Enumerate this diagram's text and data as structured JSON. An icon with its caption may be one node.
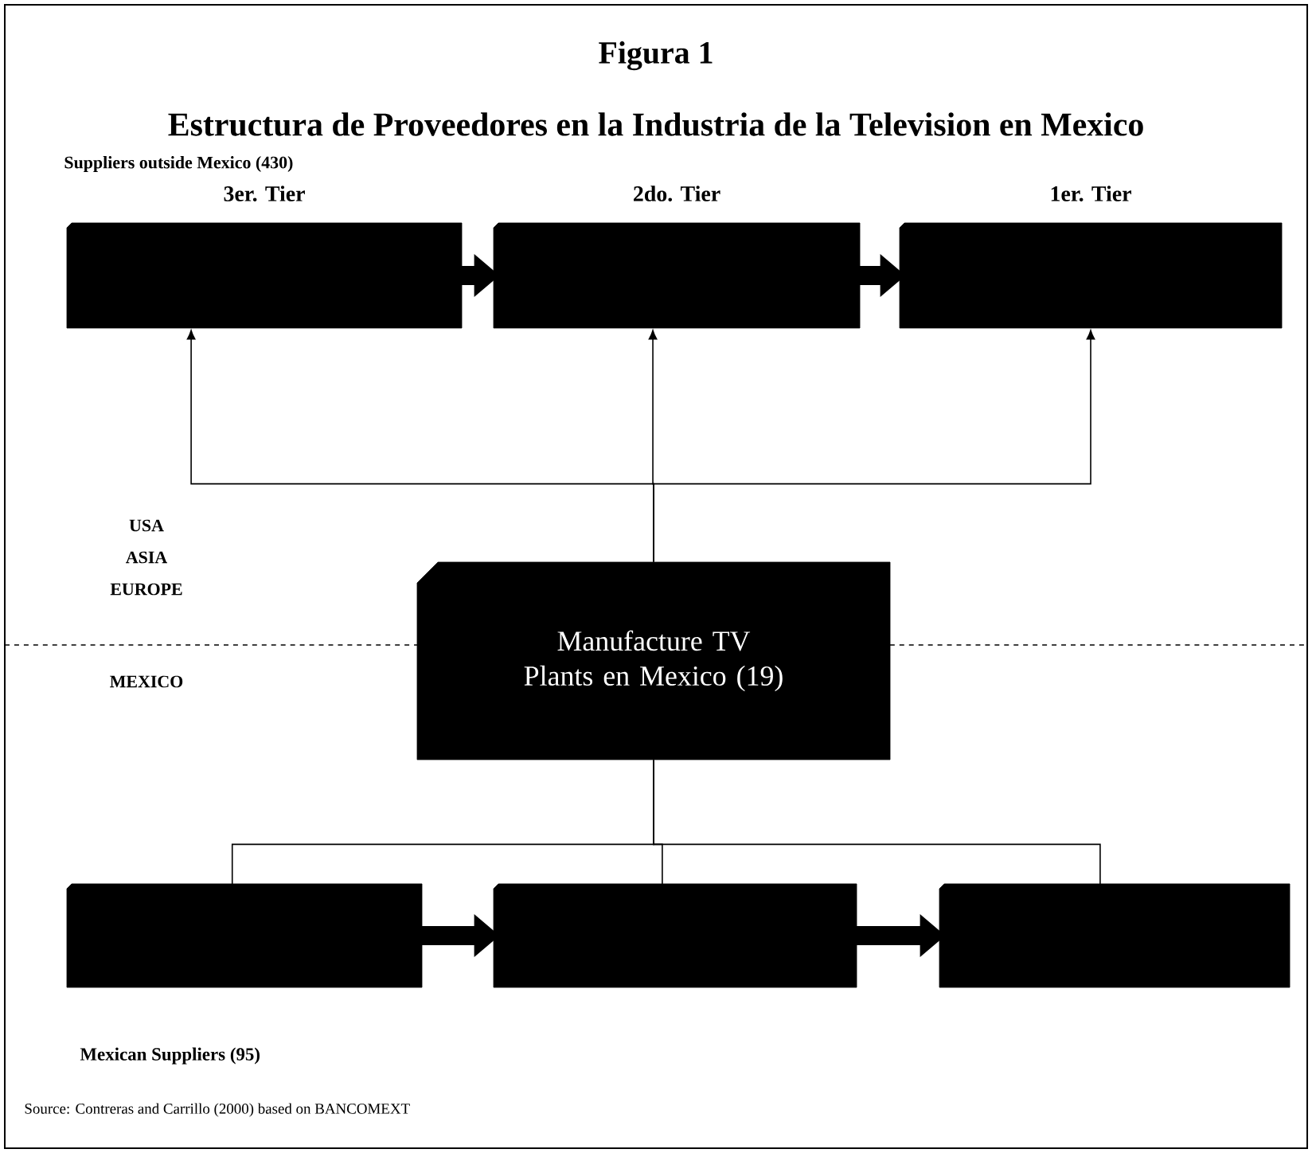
{
  "diagram": {
    "title": "Figura 1",
    "nodes": [
      {
        "text": [
          "3er. Tier"
        ]
      },
      {
        "text": [
          "2do. Tier"
        ]
      },
      {
        "text": [
          "1er. Tier"
        ]
      },
      {
        "text": [
          "Manufacture TV Plants en Mexico (19)"
        ]
      },
      {
        "text": [],
        "shape": "box"
      },
      {
        "text": [],
        "shape": "box"
      },
      {
        "text": [],
        "shape": "box"
      }
    ],
    "edges": [
      {
        "from": 0,
        "to": 1,
        "arrow": "to",
        "style": "thick"
      },
      {
        "from": 1,
        "to": 2,
        "arrow": "to",
        "style": "thick"
      },
      {
        "from": 3,
        "to": 0,
        "arrow": "to"
      },
      {
        "from": 3,
        "to": 1,
        "arrow": "to"
      },
      {
        "from": 3,
        "to": 2,
        "arrow": "to"
      },
      {
        "from": 3,
        "to": 4,
        "arrow": "none"
      },
      {
        "from": 3,
        "to": 5,
        "arrow": "none"
      },
      {
        "from": 3,
        "to": 6,
        "arrow": "none"
      },
      {
        "from": 4,
        "to": 5,
        "arrow": "to",
        "style": "thick"
      },
      {
        "from": 5,
        "to": 6,
        "arrow": "to",
        "style": "thick"
      }
    ],
    "labels": [
      "Estructura de Proveedores en la Industria de la Television en Mexico",
      "Suppliers outside Mexico (430)",
      "USA",
      "ASIA",
      "EUROPE",
      "MEXICO",
      "Mexican Suppliers (95)",
      "Source: Contreras and Carrillo (2000) based on BANCOMEXT"
    ]
  }
}
